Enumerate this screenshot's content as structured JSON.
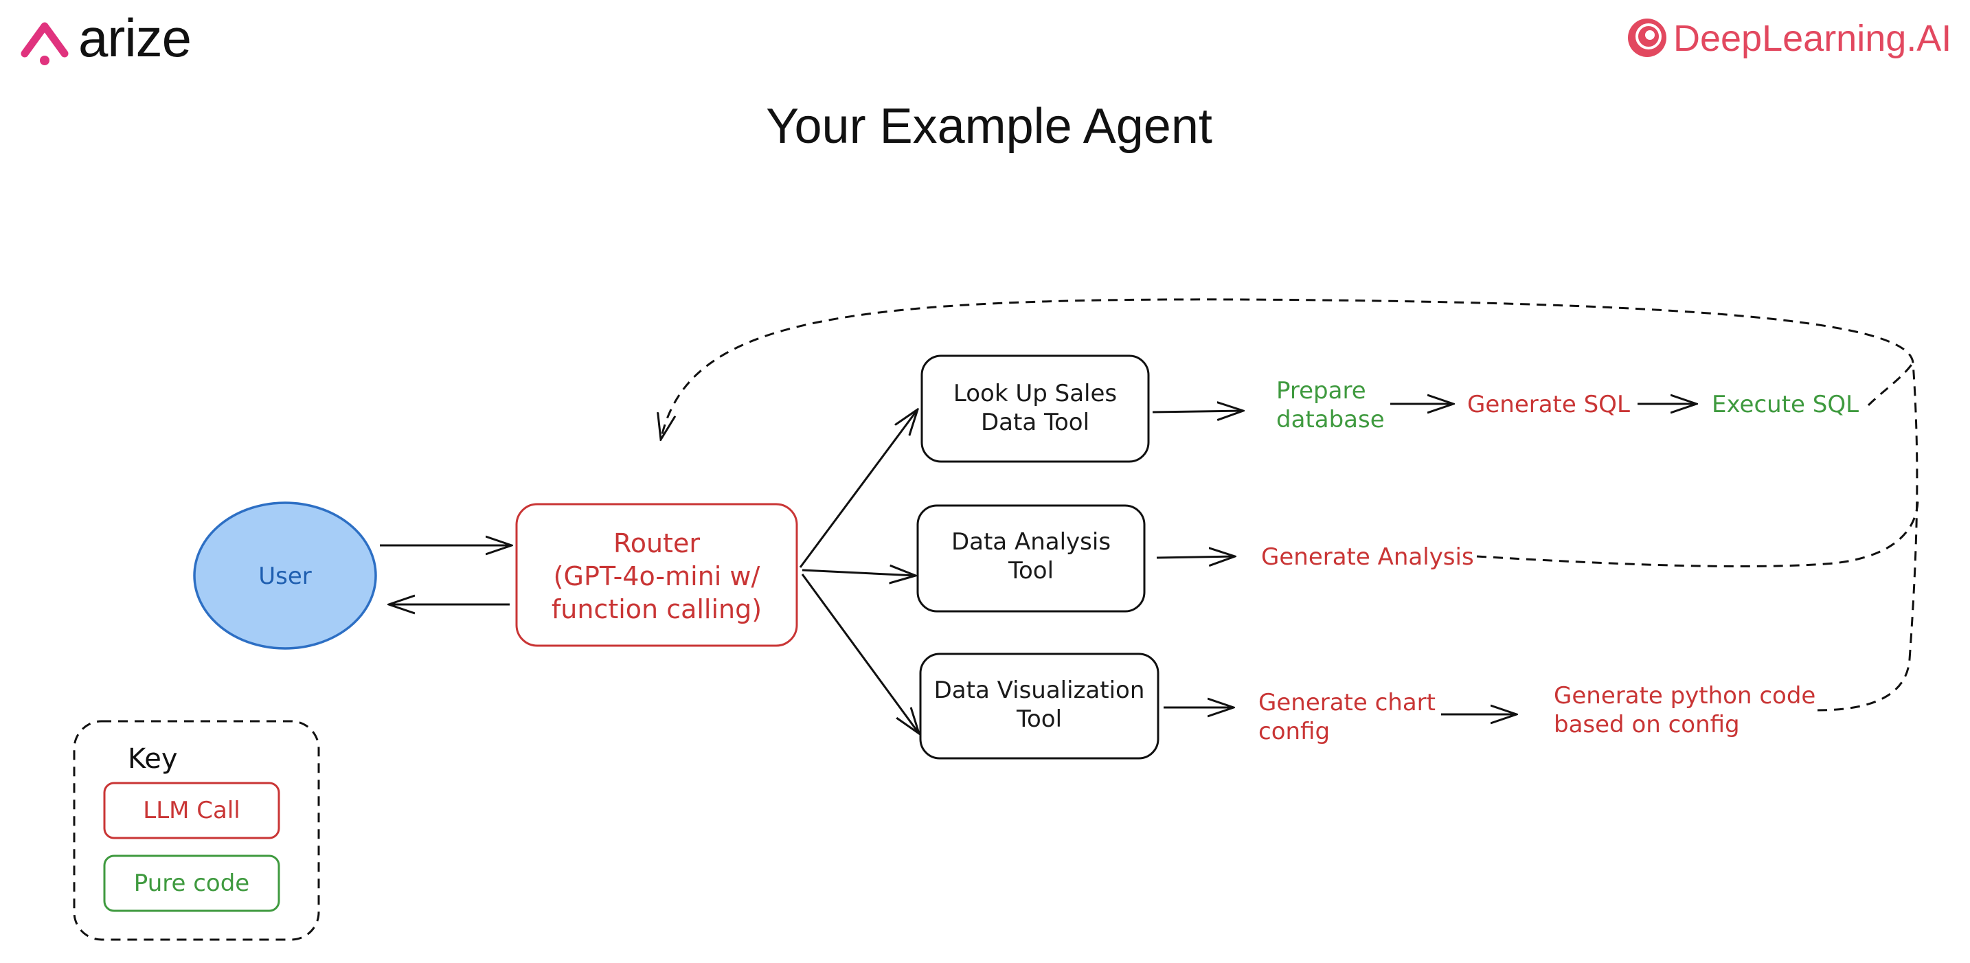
{
  "brand": {
    "left_logo": "arize",
    "right_logo": "DeepLearning.AI"
  },
  "title": "Your Example Agent",
  "nodes": {
    "user": "User",
    "router": [
      "Router",
      "(GPT-4o-mini w/",
      "function calling)"
    ],
    "lookup_tool": [
      "Look Up Sales",
      "Data Tool"
    ],
    "analysis_tool": [
      "Data Analysis",
      "Tool"
    ],
    "viz_tool": [
      "Data Visualization",
      "Tool"
    ]
  },
  "steps": {
    "prepare_database": [
      "Prepare",
      "database"
    ],
    "generate_sql": "Generate SQL",
    "execute_sql": "Execute SQL",
    "generate_analysis": "Generate Analysis",
    "generate_chart_config": [
      "Generate chart",
      "config"
    ],
    "generate_python_code": [
      "Generate python code",
      "based on config"
    ]
  },
  "key": {
    "title": "Key",
    "llm_call": "LLM Call",
    "pure_code": "Pure code"
  },
  "colors": {
    "llm_call": "#c93535",
    "pure_code": "#3f9a3f",
    "user_fill": "#a6cdf7",
    "user_stroke": "#2d6fc4",
    "brand_accent": "#e2485f",
    "arize_accent": "#e0337e"
  }
}
